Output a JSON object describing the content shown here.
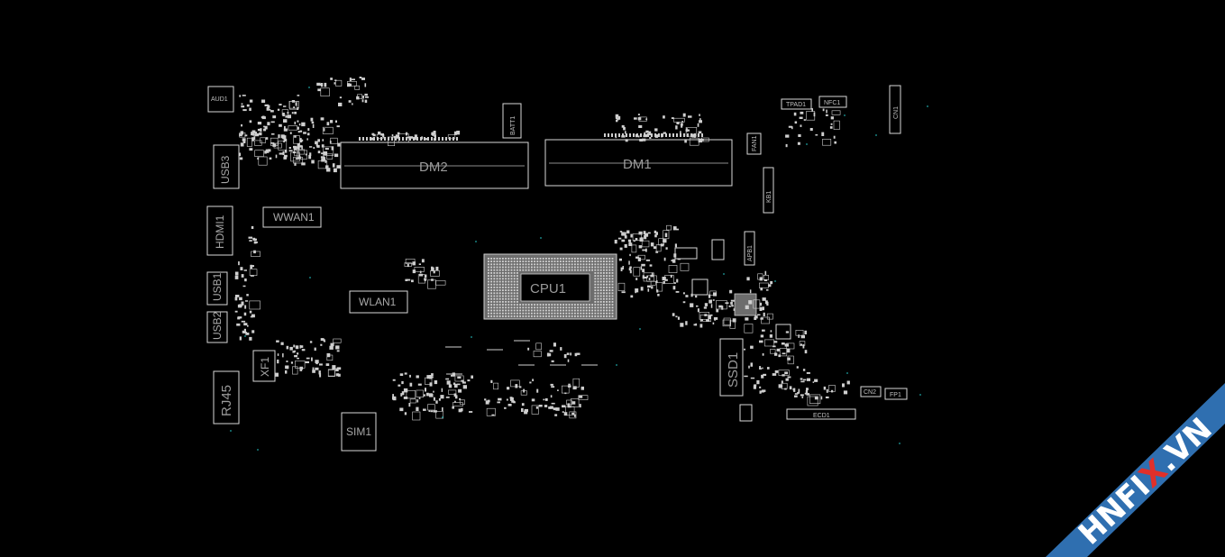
{
  "labels": {
    "aud1": "AUD1",
    "usb3": "USB3",
    "hdmi1": "HDMI1",
    "usb1": "USB1",
    "usb2": "USB2",
    "xf1": "XF1",
    "rj45": "RJ45",
    "sim1": "SIM1",
    "wwan1": "WWAN1",
    "wlan1": "WLAN1",
    "dm2": "DM2",
    "dm1": "DM1",
    "batt1": "BATT1",
    "cpu1": "CPU1",
    "ssd1": "SSD1",
    "tpad1": "TPAD1",
    "nfc1": "NFC1",
    "cn1": "CN1",
    "cn2": "CN2",
    "fp1": "FP1",
    "ecd1": "ECD1",
    "fan1": "FAN1",
    "kb1": "KB1",
    "apb1": "APB1"
  },
  "watermark": {
    "text_pre": "HNFI",
    "text_x": "X",
    "text_post": ".VN",
    "band_color": "#2f6fb0",
    "text_color": "#ffffff",
    "x_color": "#e0302a"
  },
  "colors": {
    "background": "#000000",
    "outline": "#d8d8d8",
    "via": "#1fa6a6"
  }
}
